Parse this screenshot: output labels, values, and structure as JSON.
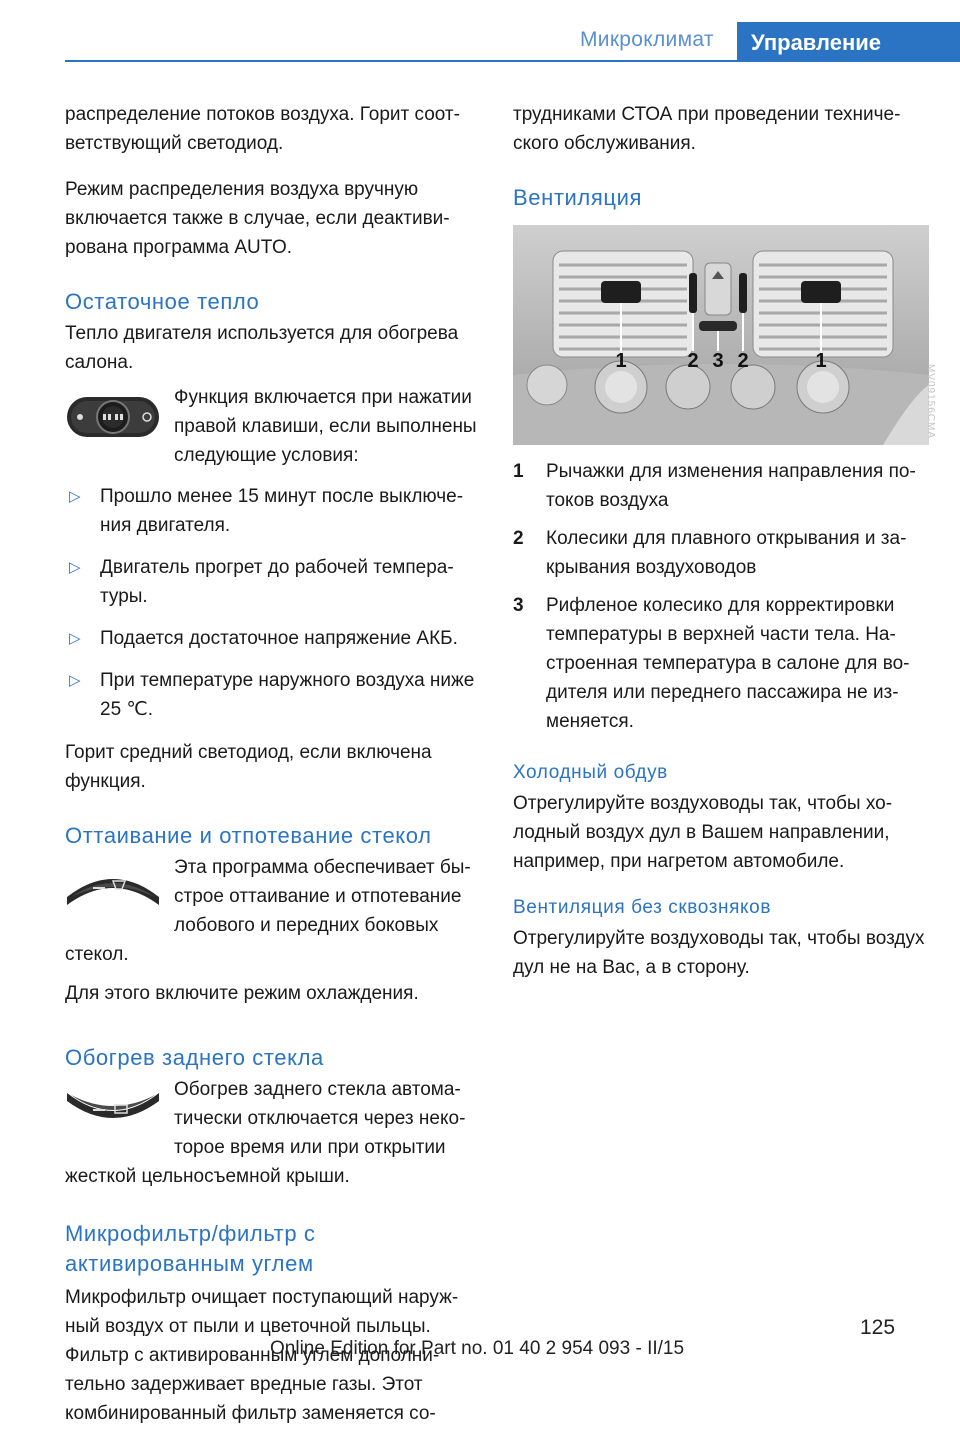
{
  "header": {
    "section": "Микроклимат",
    "chapter": "Управление"
  },
  "left": {
    "p1": "распределение потоков воздуха. Горит соот­ветствующий светодиод.",
    "p2": "Режим распределения воздуха вручную включается также в случае, если деактиви­рована программа AUTO.",
    "h_residual": "Остаточное тепло",
    "p_residual": "Тепло двигателя используется для обогрева салона.",
    "p_residual_cond": "Функция включается при нажа­тии правой клавиши, если вы­полнены следующие условия:",
    "bullets": [
      "Прошло менее 15 минут после выключе­ния двигателя.",
      "Двигатель прогрет до рабочей темпера­туры.",
      "Подается достаточное напряжение АКБ.",
      "При температуре наружного воздуха ниже 25 ℃."
    ],
    "bullet_mark": "▷",
    "p_led": "Горит средний светодиод, если включена функция.",
    "h_defrost": "Оттаивание и отпотевание стекол",
    "p_defrost": "Эта программа обеспечивает бы­строе оттаивание и отпотевание лобового и передних боковых стекол.",
    "p_cooling": "Для этого включите режим охлаждения.",
    "h_rear": "Обогрев заднего стекла",
    "p_rear": "Обогрев заднего стекла автома­тически отключается через неко­торое время или при открытии жесткой цельносъемной крыши.",
    "h_filter": "Микрофильтр/фильтр с активированным углем",
    "p_filter": "Микрофильтр очищает поступающий наруж­ный воздух от пыли и цветочной пыльцы. Фильтр с активированным углем дополни­тельно задерживает вредные газы. Этот комбинированный фильтр заменяется со-"
  },
  "right": {
    "p_cont": "трудниками СТОА при проведении техниче­ского обслуживания.",
    "h_vent": "Вентиляция",
    "photo_labels": [
      "1",
      "2",
      "3",
      "2",
      "1"
    ],
    "items": [
      {
        "num": "1",
        "text": "Рычажки для изменения направления по­токов воздуха"
      },
      {
        "num": "2",
        "text": "Колесики для плавного открывания и за­крывания воздуховодов"
      },
      {
        "num": "3",
        "text": "Рифленое колесико для корректировки температуры в верхней части тела. На­строенная температура в салоне для во­дителя или переднего пассажира не из­меняется."
      }
    ],
    "h_cold": "Холодный обдув",
    "p_cold": "Отрегулируйте воздуховоды так, чтобы хо­лодный воздух дул в Вашем направлении, например, при нагретом автомобиле.",
    "h_draft": "Вентиляция без сквозняков",
    "p_draft": "Отрегулируйте воздуховоды так, чтобы воз­дух дул не на Вас, а в сторону."
  },
  "side_code": "MV09156CMA",
  "footer": {
    "page": "125",
    "edition": "Online Edition for Part no. 01 40 2 954 093 - II/15"
  }
}
